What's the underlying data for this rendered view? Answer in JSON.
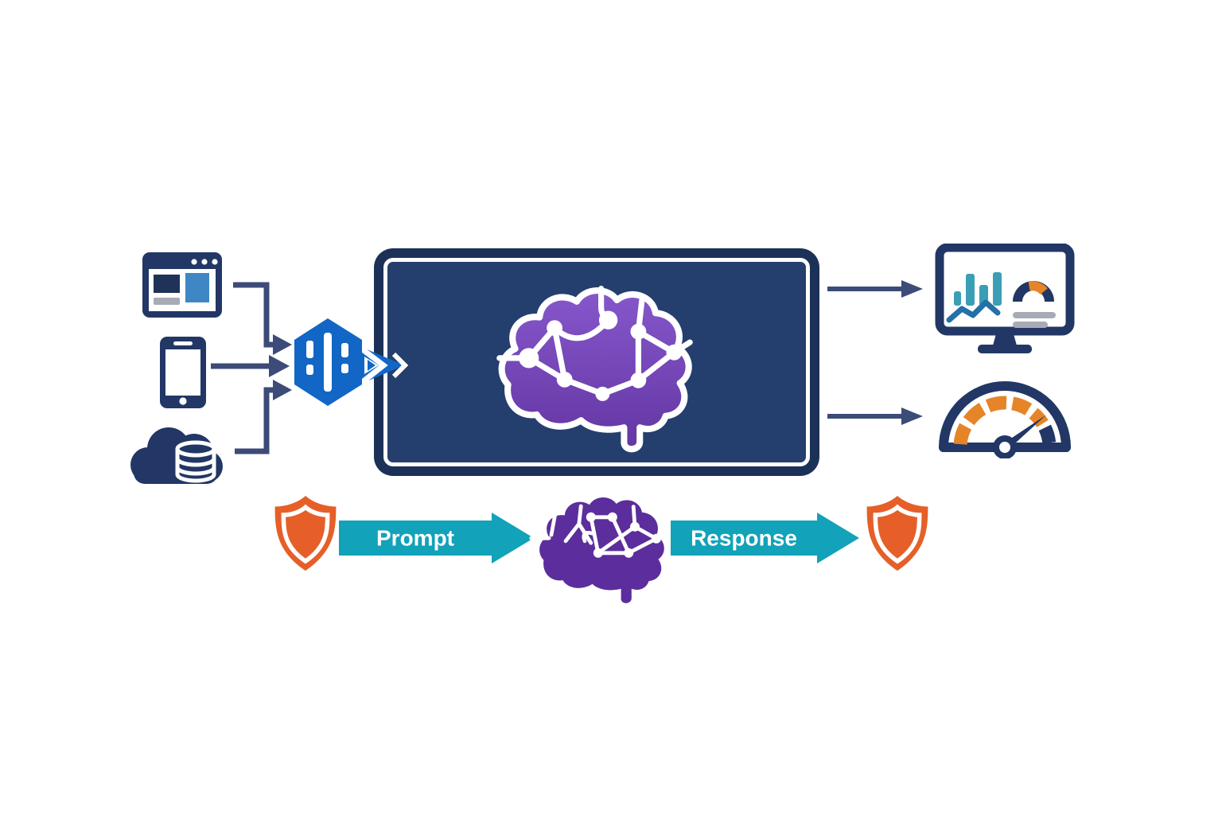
{
  "diagram": {
    "type": "flow-diagram",
    "flow_labels": {
      "prompt": "Prompt",
      "response": "Response"
    },
    "colors": {
      "navy_icon": "#223765",
      "box_border_navy": "#1c3157",
      "box_fill_navy": "#243f6e",
      "arrow_slate": "#3c4b78",
      "hexagon_blue": "#1266c5",
      "brain_purple_light": "#8657cb",
      "brain_purple_dark": "#6336a3",
      "small_brain_purple": "#5c2d9c",
      "flow_teal": "#12a2b9",
      "shield_orange": "#e65f28",
      "gauge_orange": "#e68428",
      "chart_teal": "#3a9fb5",
      "chart_line_blue": "#2470a8",
      "chart_gray": "#a6abb6",
      "white": "#ffffff"
    },
    "nodes": {
      "inputs": [
        "browser-window-icon",
        "smartphone-icon",
        "cloud-database-icon"
      ],
      "ingest": "hexagon-pipeline-icon",
      "model": "brain-network-icon",
      "outputs": [
        "dashboard-monitor-icon",
        "gauge-icon"
      ],
      "guardrails": [
        "shield-icon",
        "small-brain-icon",
        "shield-icon"
      ]
    }
  }
}
